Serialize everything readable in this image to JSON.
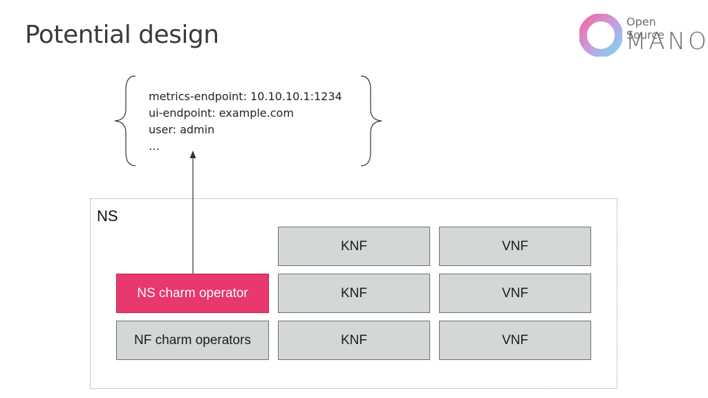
{
  "slide": {
    "title": "Potential design"
  },
  "logo": {
    "line1": "Open Source",
    "line2": "MANO"
  },
  "config": {
    "lines": [
      "metrics-endpoint: 10.10.10.1:1234",
      "ui-endpoint: example.com",
      "user: admin",
      "…"
    ]
  },
  "ns": {
    "label": "NS",
    "ns_charm_operator": "NS charm operator",
    "nf_charm_operators": "NF charm operators",
    "knf_boxes": [
      "KNF",
      "KNF",
      "KNF"
    ],
    "vnf_boxes": [
      "VNF",
      "VNF",
      "VNF"
    ]
  },
  "colors": {
    "accent": "#e8386d",
    "box_fill": "#d4d7d8"
  }
}
